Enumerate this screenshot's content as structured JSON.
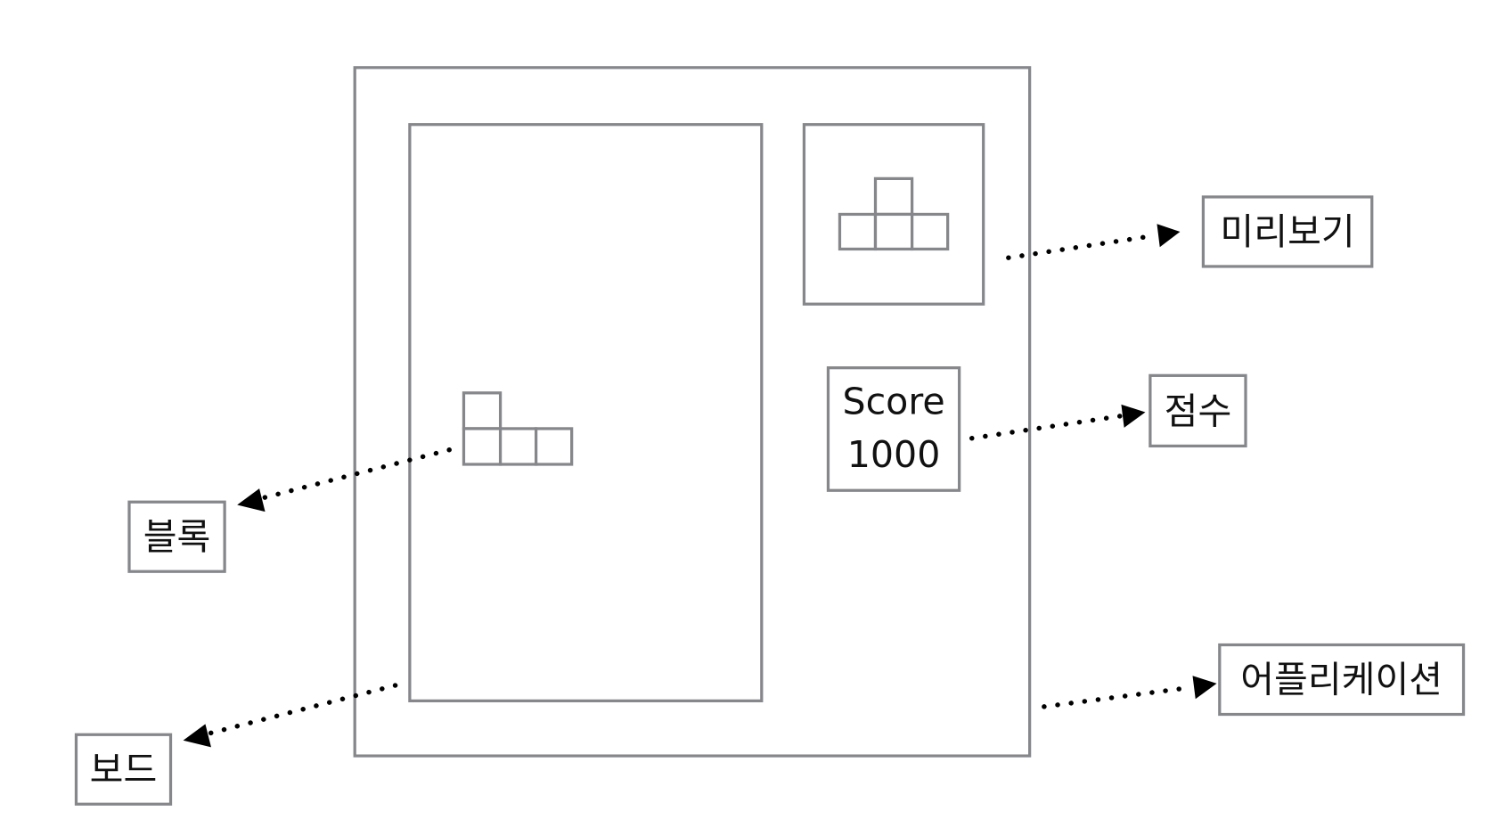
{
  "labels": {
    "preview": "미리보기",
    "score": "점수",
    "block": "블록",
    "board": "보드",
    "application": "어플리케이션"
  },
  "score_panel": {
    "title": "Score",
    "value": "1000"
  },
  "colors": {
    "outline": "#86878b",
    "arrow": "#000000",
    "text": "#111111",
    "background": "#ffffff"
  }
}
